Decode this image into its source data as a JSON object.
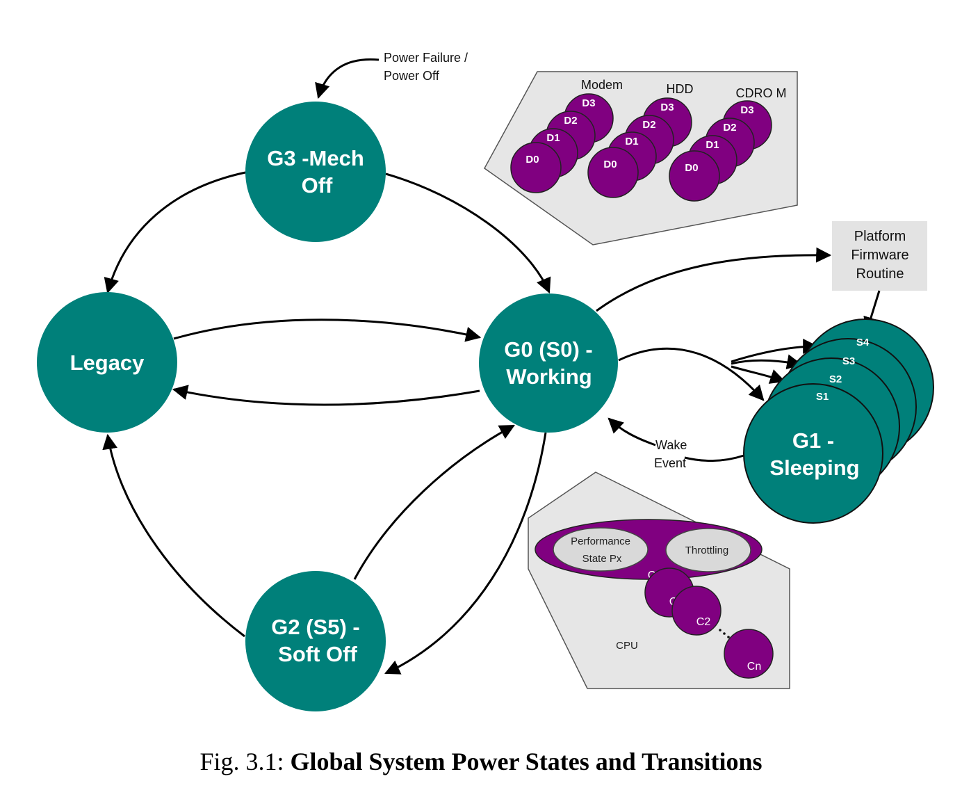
{
  "colors": {
    "state_fill": "#00807a",
    "device_fill": "#800080",
    "panel_fill": "#e6e6e6",
    "firmware_fill": "#e3e3e3"
  },
  "states": {
    "g3": [
      "G3 -Mech",
      "Off"
    ],
    "legacy": "Legacy",
    "g0": [
      "G0 (S0) -",
      "Working"
    ],
    "g2": [
      "G2 (S5) -",
      "Soft Off"
    ],
    "g1": [
      "G1 -",
      "Sleeping"
    ]
  },
  "sleep_states": [
    "S4",
    "S3",
    "S2",
    "S1"
  ],
  "annotations": {
    "power_failure": [
      "Power Failure /",
      "Power Off"
    ],
    "wake_event": [
      "Wake",
      "Event"
    ],
    "platform_firmware": [
      "Platform",
      "Firmware",
      "Routine"
    ]
  },
  "devices": {
    "modem": {
      "label": "Modem",
      "states": [
        "D3",
        "D2",
        "D1",
        "D0"
      ]
    },
    "hdd": {
      "label": "HDD",
      "states": [
        "D3",
        "D2",
        "D1",
        "D0"
      ]
    },
    "cdrom": {
      "label": "CDRO M",
      "states": [
        "D3",
        "D2",
        "D1",
        "D0"
      ]
    }
  },
  "cpu": {
    "label": "CPU",
    "performance": [
      "Performance",
      "State Px"
    ],
    "throttling": "Throttling",
    "c_states": [
      "C0",
      "C1",
      "C2",
      "Cn"
    ]
  },
  "caption": {
    "prefix": "Fig. 3.1: ",
    "title": "Global System Power States and Transitions"
  }
}
